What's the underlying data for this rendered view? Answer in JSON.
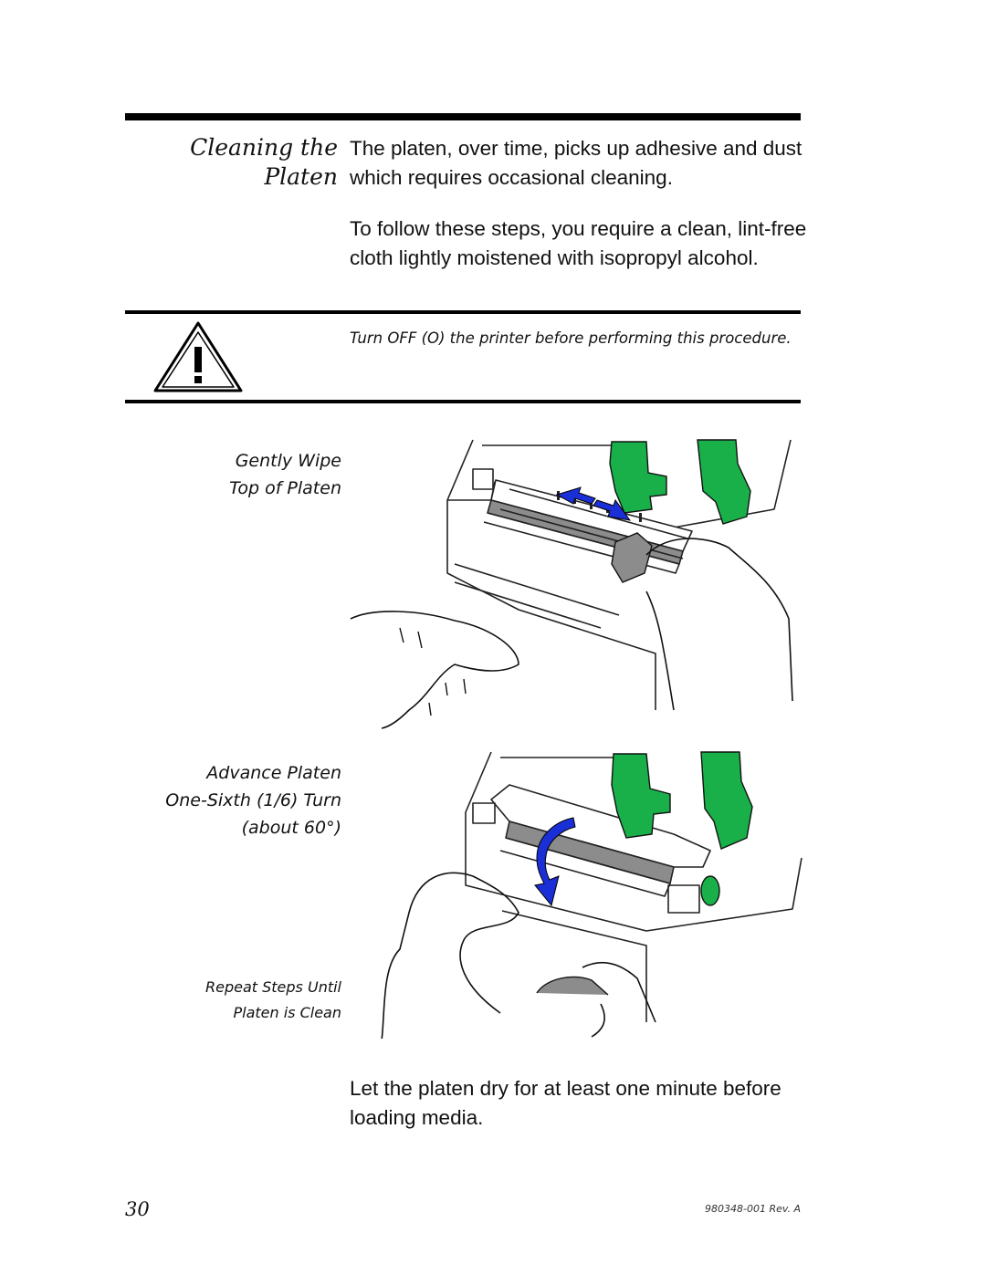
{
  "section": {
    "title_line1": "Cleaning the",
    "title_line2": "Platen"
  },
  "paragraphs": {
    "intro": "The platen, over time, picks up adhesive and dust which requires occasional cleaning.",
    "requirement": "To follow these steps, you require a clean, lint-free cloth lightly moistened with isopropyl alcohol.",
    "closing": "Let the platen dry for at least one minute before loading media."
  },
  "warning": {
    "icon": "warning-triangle-icon",
    "text": "Turn OFF (O) the printer before performing this procedure."
  },
  "steps": [
    {
      "line1": "Gently Wipe",
      "line2": "Top of Platen"
    },
    {
      "line1": "Advance Platen",
      "line2": "One-Sixth (1/6) Turn",
      "line3": "about 60°"
    },
    {
      "line1": "Repeat Steps Until",
      "line2": "Platen is Clean"
    }
  ],
  "colors": {
    "arrow_blue": "#1a2fd6",
    "spindle_green": "#19b04a",
    "platen_gray": "#8c8c8c"
  },
  "footer": {
    "page_number": "30",
    "doc_id": "980348-001 Rev. A"
  }
}
